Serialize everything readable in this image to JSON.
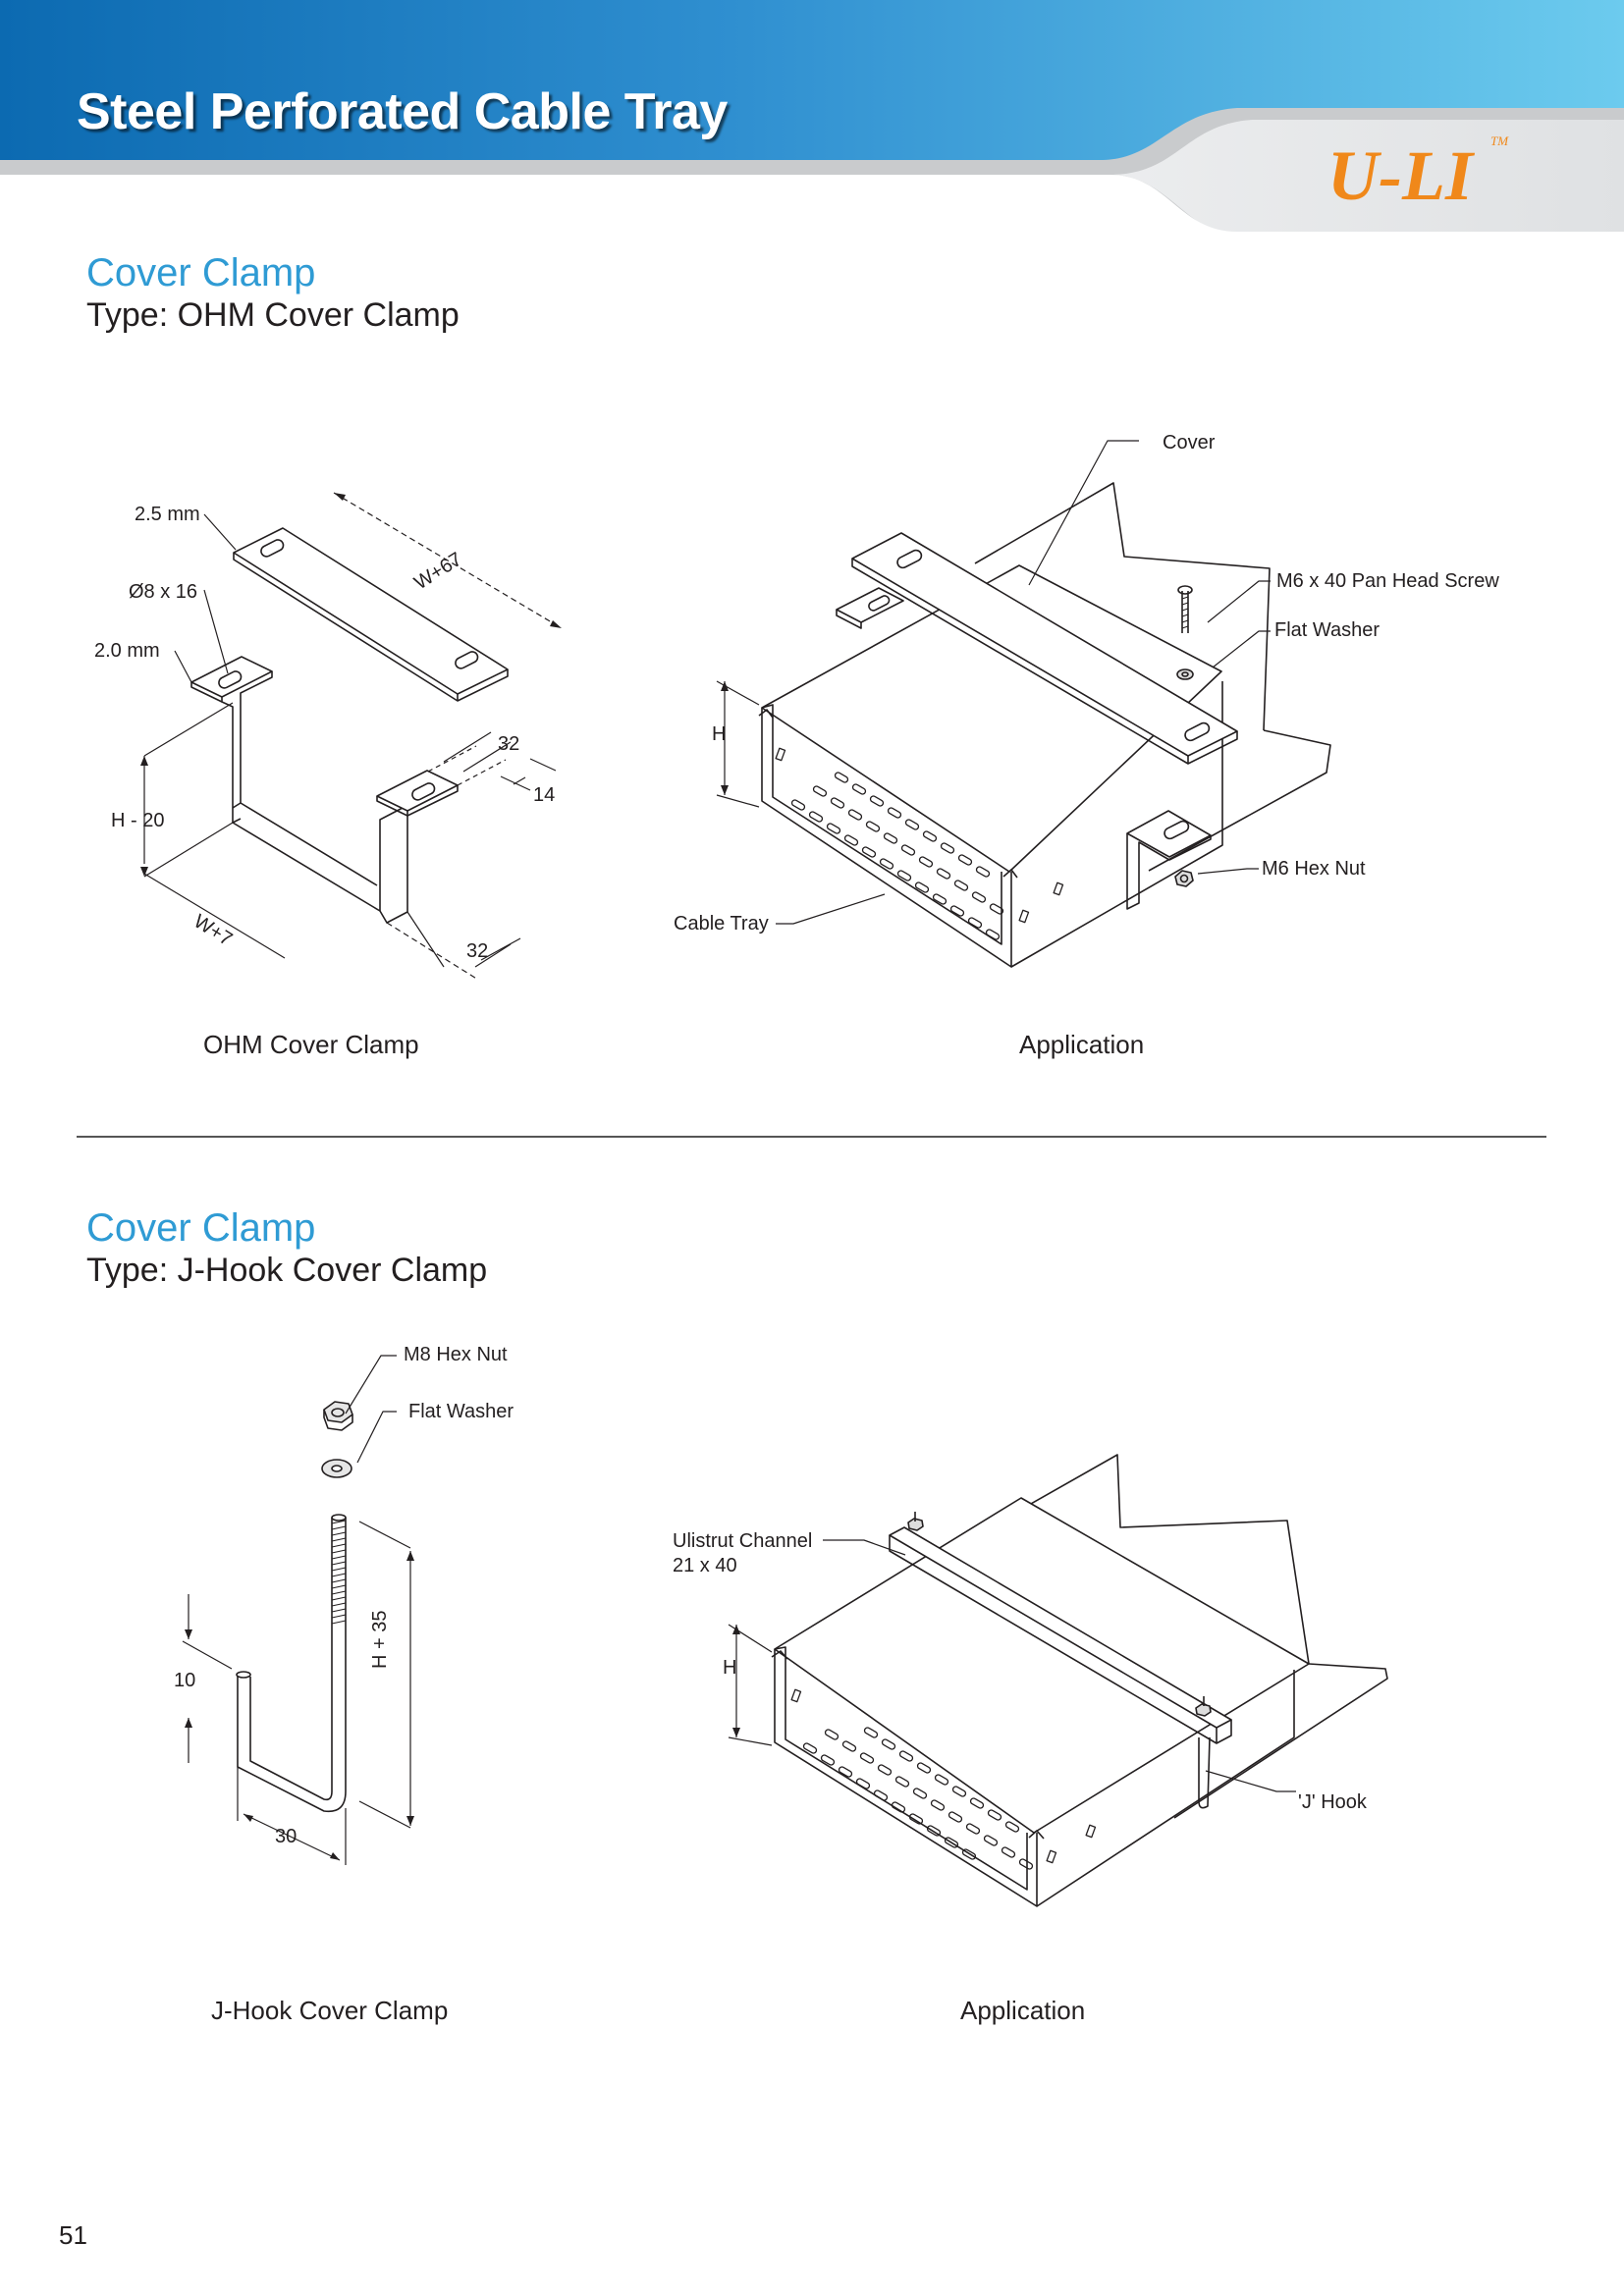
{
  "header": {
    "title": "Steel Perforated Cable Tray",
    "brand": "U-LI",
    "brand_tm": "TM",
    "colors": {
      "band_dark": "#0c6ab1",
      "band_light": "#6ccbee",
      "brand": "#f0881a",
      "section_title": "#2f9bd4"
    }
  },
  "section1": {
    "title": "Cover Clamp",
    "type": "Type: OHM Cover Clamp",
    "clamp_labels": {
      "thk1": "2.5 mm",
      "hole": "Ø8 x 16",
      "thk2": "2.0 mm",
      "w67": "W+67",
      "d32a": "32",
      "d14": "14",
      "h20": "H - 20",
      "w7": "W+7",
      "d32b": "32"
    },
    "app_labels": {
      "cover": "Cover",
      "screw": "M6 x 40 Pan Head Screw",
      "washer": "Flat Washer",
      "h": "H",
      "nut": "M6 Hex Nut",
      "tray": "Cable Tray"
    },
    "caption_left": "OHM Cover Clamp",
    "caption_right": "Application"
  },
  "section2": {
    "title": "Cover Clamp",
    "type": "Type: J-Hook  Cover Clamp",
    "hook_labels": {
      "nut": "M8 Hex Nut",
      "washer": "Flat Washer",
      "d10": "10",
      "h35": "H + 35",
      "d30": "30"
    },
    "app_labels": {
      "channel": "Ulistrut Channel",
      "channel_size": "21 x 40",
      "h": "H",
      "jhook": "'J' Hook"
    },
    "caption_left": "J-Hook Cover Clamp",
    "caption_right": "Application"
  },
  "page_number": "51"
}
